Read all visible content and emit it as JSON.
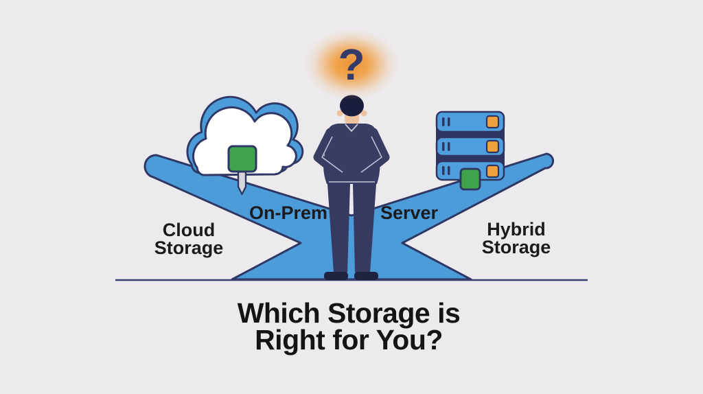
{
  "illustration": {
    "question_mark": "?",
    "title": "Which Storage is\nRight for You?",
    "options": {
      "cloud": "Cloud\nStorage",
      "on_prem": "On-Prem",
      "server": "Server",
      "hybrid": "Hybrid\nStorage"
    },
    "colors": {
      "background": "#ECEAEC",
      "path_blue": "#4C9CDA",
      "outline_navy": "#2F3764",
      "glow_orange": "#F09A36",
      "accent_green": "#3EA34A",
      "accent_orange": "#F0A23C",
      "suit_navy": "#3A3D63",
      "text_dark": "#1B1B1E"
    }
  }
}
